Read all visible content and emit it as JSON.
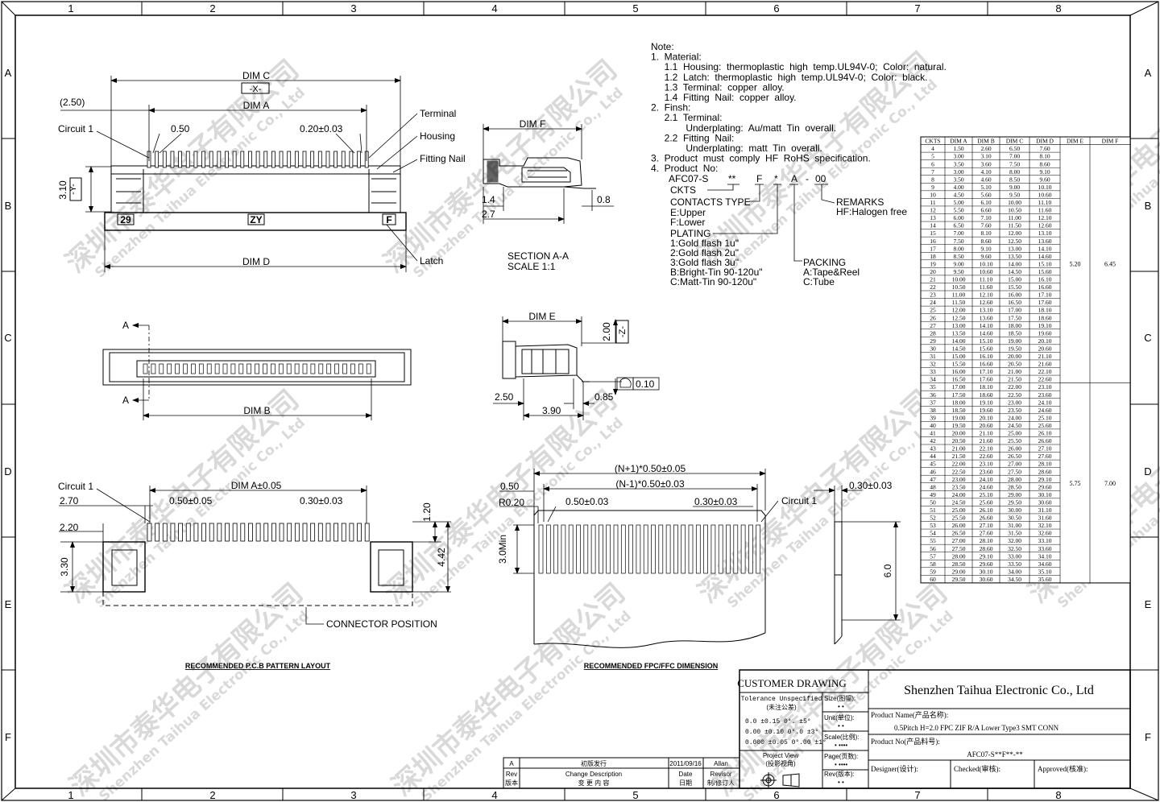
{
  "grid": {
    "columns": [
      "1",
      "2",
      "3",
      "4",
      "5",
      "6",
      "7",
      "8"
    ],
    "rows": [
      "A",
      "B",
      "C",
      "D",
      "E",
      "F"
    ]
  },
  "watermark": {
    "cn": "深圳市泰华电子有限公司",
    "en": "Shenzhen Taihua Electronic Co., Ltd"
  },
  "top_view": {
    "dim_c": "DIM C",
    "x_tag": "-X-",
    "dim_a": "DIM A",
    "offset": "(2.50)",
    "circuit": "Circuit 1",
    "pitch": "0.50",
    "pin_width": "0.20±0.03",
    "height": "3.10",
    "y_tag": "-Y-",
    "dim_d": "DIM D",
    "mark_left": "29",
    "mark_mid": "ZY",
    "mark_right": "F",
    "callouts": [
      "Terminal",
      "Housing",
      "Fitting Nail",
      "Latch"
    ]
  },
  "section_view": {
    "dim_f": "DIM F",
    "d1": "1.4",
    "d2": "0.8",
    "d3": "2.7",
    "title": "SECTION A-A",
    "scale": "SCALE    1:1"
  },
  "bottom_view": {
    "label_a1": "A",
    "label_a2": "A",
    "dim_b": "DIM B"
  },
  "side_view": {
    "dim_e": "DIM E",
    "h": "2.00",
    "z_tag": "-Z-",
    "tol": "0.10",
    "d1": "2.50",
    "d2": "0.85",
    "d3": "3.90"
  },
  "pcb_view": {
    "circuit": "Circuit 1",
    "dim_a": "DIM A±0.05",
    "d270": "2.70",
    "pitch": "0.50±0.05",
    "pad": "0.30±0.03",
    "d120": "1.20",
    "d220": "2.20",
    "d330": "3.30",
    "d442": "4.42",
    "position": "CONNECTOR POSITION",
    "caption": "RECOMMENDED P.C.B PATTERN LAYOUT"
  },
  "fpc_view": {
    "total": "(N+1)*0.50±0.05",
    "inner": "(N-1)*0.50±0.03",
    "d050": "0.50",
    "r": "R0.20",
    "pitch": "0.50±0.03",
    "width": "0.30±0.03",
    "circuit": "Circuit 1",
    "min": "3.0Min",
    "caption": "RECOMMENDED FPC/FFC DIMENSION"
  },
  "fpc_side": {
    "thick": "0.30±0.03",
    "len": "6.0"
  },
  "notes": [
    "Note:",
    "1.  Material:",
    "  1.1  Housing:  thermoplastic  high  temp.UL94V-0;  Color:  natural.",
    "  1.2  Latch:  thermoplastic  high  temp.UL94V-0;  Color:  black.",
    "  1.3  Terminal:  copper  alloy.",
    "  1.4  Fitting  Nail:  copper  alloy.",
    "2.  Finsh:",
    "  2.1  Terminal:",
    "          Underplating:  Au/matt  Tin  overall.",
    "  2.2  Fitting  Nail:",
    "          Underplating:  matt  Tin  overall.",
    "3.  Product  must  comply  HF  RoHS  specification.",
    "4.  Product  No:"
  ],
  "product_no": {
    "code": "AFC07-S",
    "stars": "**",
    "f": "F",
    "star": "*",
    "a": "A",
    "dash": "-",
    "zz": "00",
    "ckts": "CKTS",
    "contact": [
      "CONTACTS  TYPE",
      "E:Upper",
      "F:Lower"
    ],
    "plating": [
      "PLATING",
      "1:Gold  flash  1u\"",
      "2:Gold  flash  2u\"",
      "3:Gold  flash  3u\"",
      "B:Bright-Tin  90-120u\"",
      "C:Matt-Tin  90-120u\""
    ],
    "packing": [
      "PACKING",
      "A:Tape&Reel",
      "C:Tube"
    ],
    "remarks": [
      "REMARKS",
      "HF:Halogen  free"
    ]
  },
  "table": {
    "headers": [
      "CKTS",
      "DIM A",
      "DIM B",
      "DIM C",
      "DIM D",
      "DIM E",
      "DIM F"
    ],
    "rows": [
      [
        "4",
        "1.50",
        "2.60",
        "6.50",
        "7.60"
      ],
      [
        "5",
        "3.00",
        "3.10",
        "7.00",
        "8.10"
      ],
      [
        "6",
        "3.50",
        "3.60",
        "7.50",
        "8.60"
      ],
      [
        "7",
        "3.00",
        "4.10",
        "8.00",
        "9.10"
      ],
      [
        "8",
        "3.50",
        "4.60",
        "8.50",
        "9.60"
      ],
      [
        "9",
        "4.00",
        "5.10",
        "9.00",
        "10.10"
      ],
      [
        "10",
        "4.50",
        "5.60",
        "9.50",
        "10.60"
      ],
      [
        "11",
        "5.00",
        "6.10",
        "10.00",
        "11.10"
      ],
      [
        "12",
        "5.50",
        "6.60",
        "10.50",
        "11.60"
      ],
      [
        "13",
        "6.00",
        "7.10",
        "11.00",
        "12.10"
      ],
      [
        "14",
        "6.50",
        "7.60",
        "11.50",
        "12.60"
      ],
      [
        "15",
        "7.00",
        "8.10",
        "12.00",
        "13.10"
      ],
      [
        "16",
        "7.50",
        "8.60",
        "12.50",
        "13.60"
      ],
      [
        "17",
        "8.00",
        "9.10",
        "13.00",
        "14.10"
      ],
      [
        "18",
        "8.50",
        "9.60",
        "13.50",
        "14.60"
      ],
      [
        "19",
        "9.00",
        "10.10",
        "14.00",
        "15.10"
      ],
      [
        "20",
        "9.50",
        "10.60",
        "14.50",
        "15.60"
      ],
      [
        "21",
        "10.00",
        "11.10",
        "15.00",
        "16.10"
      ],
      [
        "22",
        "10.50",
        "11.60",
        "15.50",
        "16.60"
      ],
      [
        "23",
        "11.00",
        "12.10",
        "16.00",
        "17.10"
      ],
      [
        "24",
        "11.50",
        "12.60",
        "16.50",
        "17.60"
      ],
      [
        "25",
        "12.00",
        "13.10",
        "17.00",
        "18.10"
      ],
      [
        "26",
        "12.50",
        "13.60",
        "17.50",
        "18.60"
      ],
      [
        "27",
        "13.00",
        "14.10",
        "18.00",
        "19.10"
      ],
      [
        "28",
        "13.50",
        "14.60",
        "18.50",
        "19.60"
      ],
      [
        "29",
        "14.00",
        "15.10",
        "19.00",
        "20.10"
      ],
      [
        "30",
        "14.50",
        "15.60",
        "19.50",
        "20.60"
      ],
      [
        "31",
        "15.00",
        "16.10",
        "20.00",
        "21.10"
      ],
      [
        "32",
        "15.50",
        "16.60",
        "20.50",
        "21.60"
      ],
      [
        "33",
        "16.00",
        "17.10",
        "21.00",
        "22.10"
      ],
      [
        "34",
        "16.50",
        "17.60",
        "21.50",
        "22.60"
      ],
      [
        "35",
        "17.00",
        "18.10",
        "22.00",
        "23.10"
      ],
      [
        "36",
        "17.50",
        "18.60",
        "22.50",
        "23.60"
      ],
      [
        "37",
        "18.00",
        "19.10",
        "23.00",
        "24.10"
      ],
      [
        "38",
        "18.50",
        "19.60",
        "23.50",
        "24.60"
      ],
      [
        "39",
        "19.00",
        "20.10",
        "24.00",
        "25.10"
      ],
      [
        "40",
        "19.50",
        "20.60",
        "24.50",
        "25.60"
      ],
      [
        "41",
        "20.00",
        "21.10",
        "25.00",
        "26.10"
      ],
      [
        "42",
        "20.50",
        "21.60",
        "25.50",
        "26.60"
      ],
      [
        "43",
        "21.00",
        "22.10",
        "26.00",
        "27.10"
      ],
      [
        "44",
        "21.50",
        "22.60",
        "26.50",
        "27.60"
      ],
      [
        "45",
        "22.00",
        "23.10",
        "27.00",
        "28.10"
      ],
      [
        "46",
        "22.50",
        "23.60",
        "27.50",
        "28.60"
      ],
      [
        "47",
        "23.00",
        "24.10",
        "28.00",
        "29.10"
      ],
      [
        "48",
        "23.50",
        "24.60",
        "28.50",
        "29.60"
      ],
      [
        "49",
        "24.00",
        "25.10",
        "29.00",
        "30.10"
      ],
      [
        "50",
        "24.50",
        "25.60",
        "29.50",
        "30.60"
      ],
      [
        "51",
        "25.00",
        "26.10",
        "30.00",
        "31.10"
      ],
      [
        "52",
        "25.50",
        "26.60",
        "30.50",
        "31.60"
      ],
      [
        "53",
        "26.00",
        "27.10",
        "31.00",
        "32.10"
      ],
      [
        "54",
        "26.50",
        "27.60",
        "31.50",
        "32.60"
      ],
      [
        "55",
        "27.00",
        "28.10",
        "32.00",
        "33.10"
      ],
      [
        "56",
        "27.50",
        "28.60",
        "32.50",
        "33.60"
      ],
      [
        "57",
        "28.00",
        "29.10",
        "33.00",
        "34.10"
      ],
      [
        "58",
        "28.50",
        "29.60",
        "33.50",
        "34.60"
      ],
      [
        "59",
        "29.00",
        "30.10",
        "34.00",
        "35.10"
      ],
      [
        "60",
        "29.50",
        "30.60",
        "34.50",
        "35.60"
      ]
    ],
    "groups": [
      {
        "from": 0,
        "to": 30,
        "e": "5.20",
        "f": "6.45"
      },
      {
        "from": 31,
        "to": 56,
        "e": "5.75",
        "f": "7.00"
      }
    ]
  },
  "title_block": {
    "customer": "CUSTOMER DRAWING",
    "company": "Shenzhen Taihua Electronic Co., Ltd",
    "tol_title": "Tolerance Unspecified",
    "tol_cn": "(未注公差)",
    "tol_rows": [
      "0.0      ±0.15  0°.      ±5°",
      "0.00    ±0.10  0°.0     ±3°",
      "0.000  ±0.05  0°.00  ±1°"
    ],
    "size": "Size(图幅):",
    "unit": "Unit(单位):",
    "scale": "Scale(比例):",
    "page": "Page(页数):",
    "rev": "Rev(版本):",
    "dots": "• •",
    "scale_val": "• ••••",
    "page_val": "• ••••",
    "rev_val": "• •",
    "proj": "Project View",
    "proj_cn": "(投影视角)",
    "pname_label": "Product Name(产品名称):",
    "pname": "0.5Pitch H=2.0 FPC ZIF R/A Lower Type3 SMT CONN",
    "pno_label": "Product No(产品料号):",
    "pno": "AFC07-S**F**-**",
    "designer": "Designer(设计):",
    "checked": "Checked(审核):",
    "approved": "Approved(核准):",
    "rev_rows": [
      {
        "rev": "A",
        "desc": "初版发行",
        "date": "2011/09/16",
        "by": "Allan"
      }
    ],
    "rev_head": {
      "rev": "Rev",
      "rev_cn": "版本",
      "desc": "Change Description",
      "desc_cn": "变 更 内 容",
      "date": "Date",
      "date_cn": "日期",
      "by": "Revisor",
      "by_cn": "制/修订人"
    }
  }
}
